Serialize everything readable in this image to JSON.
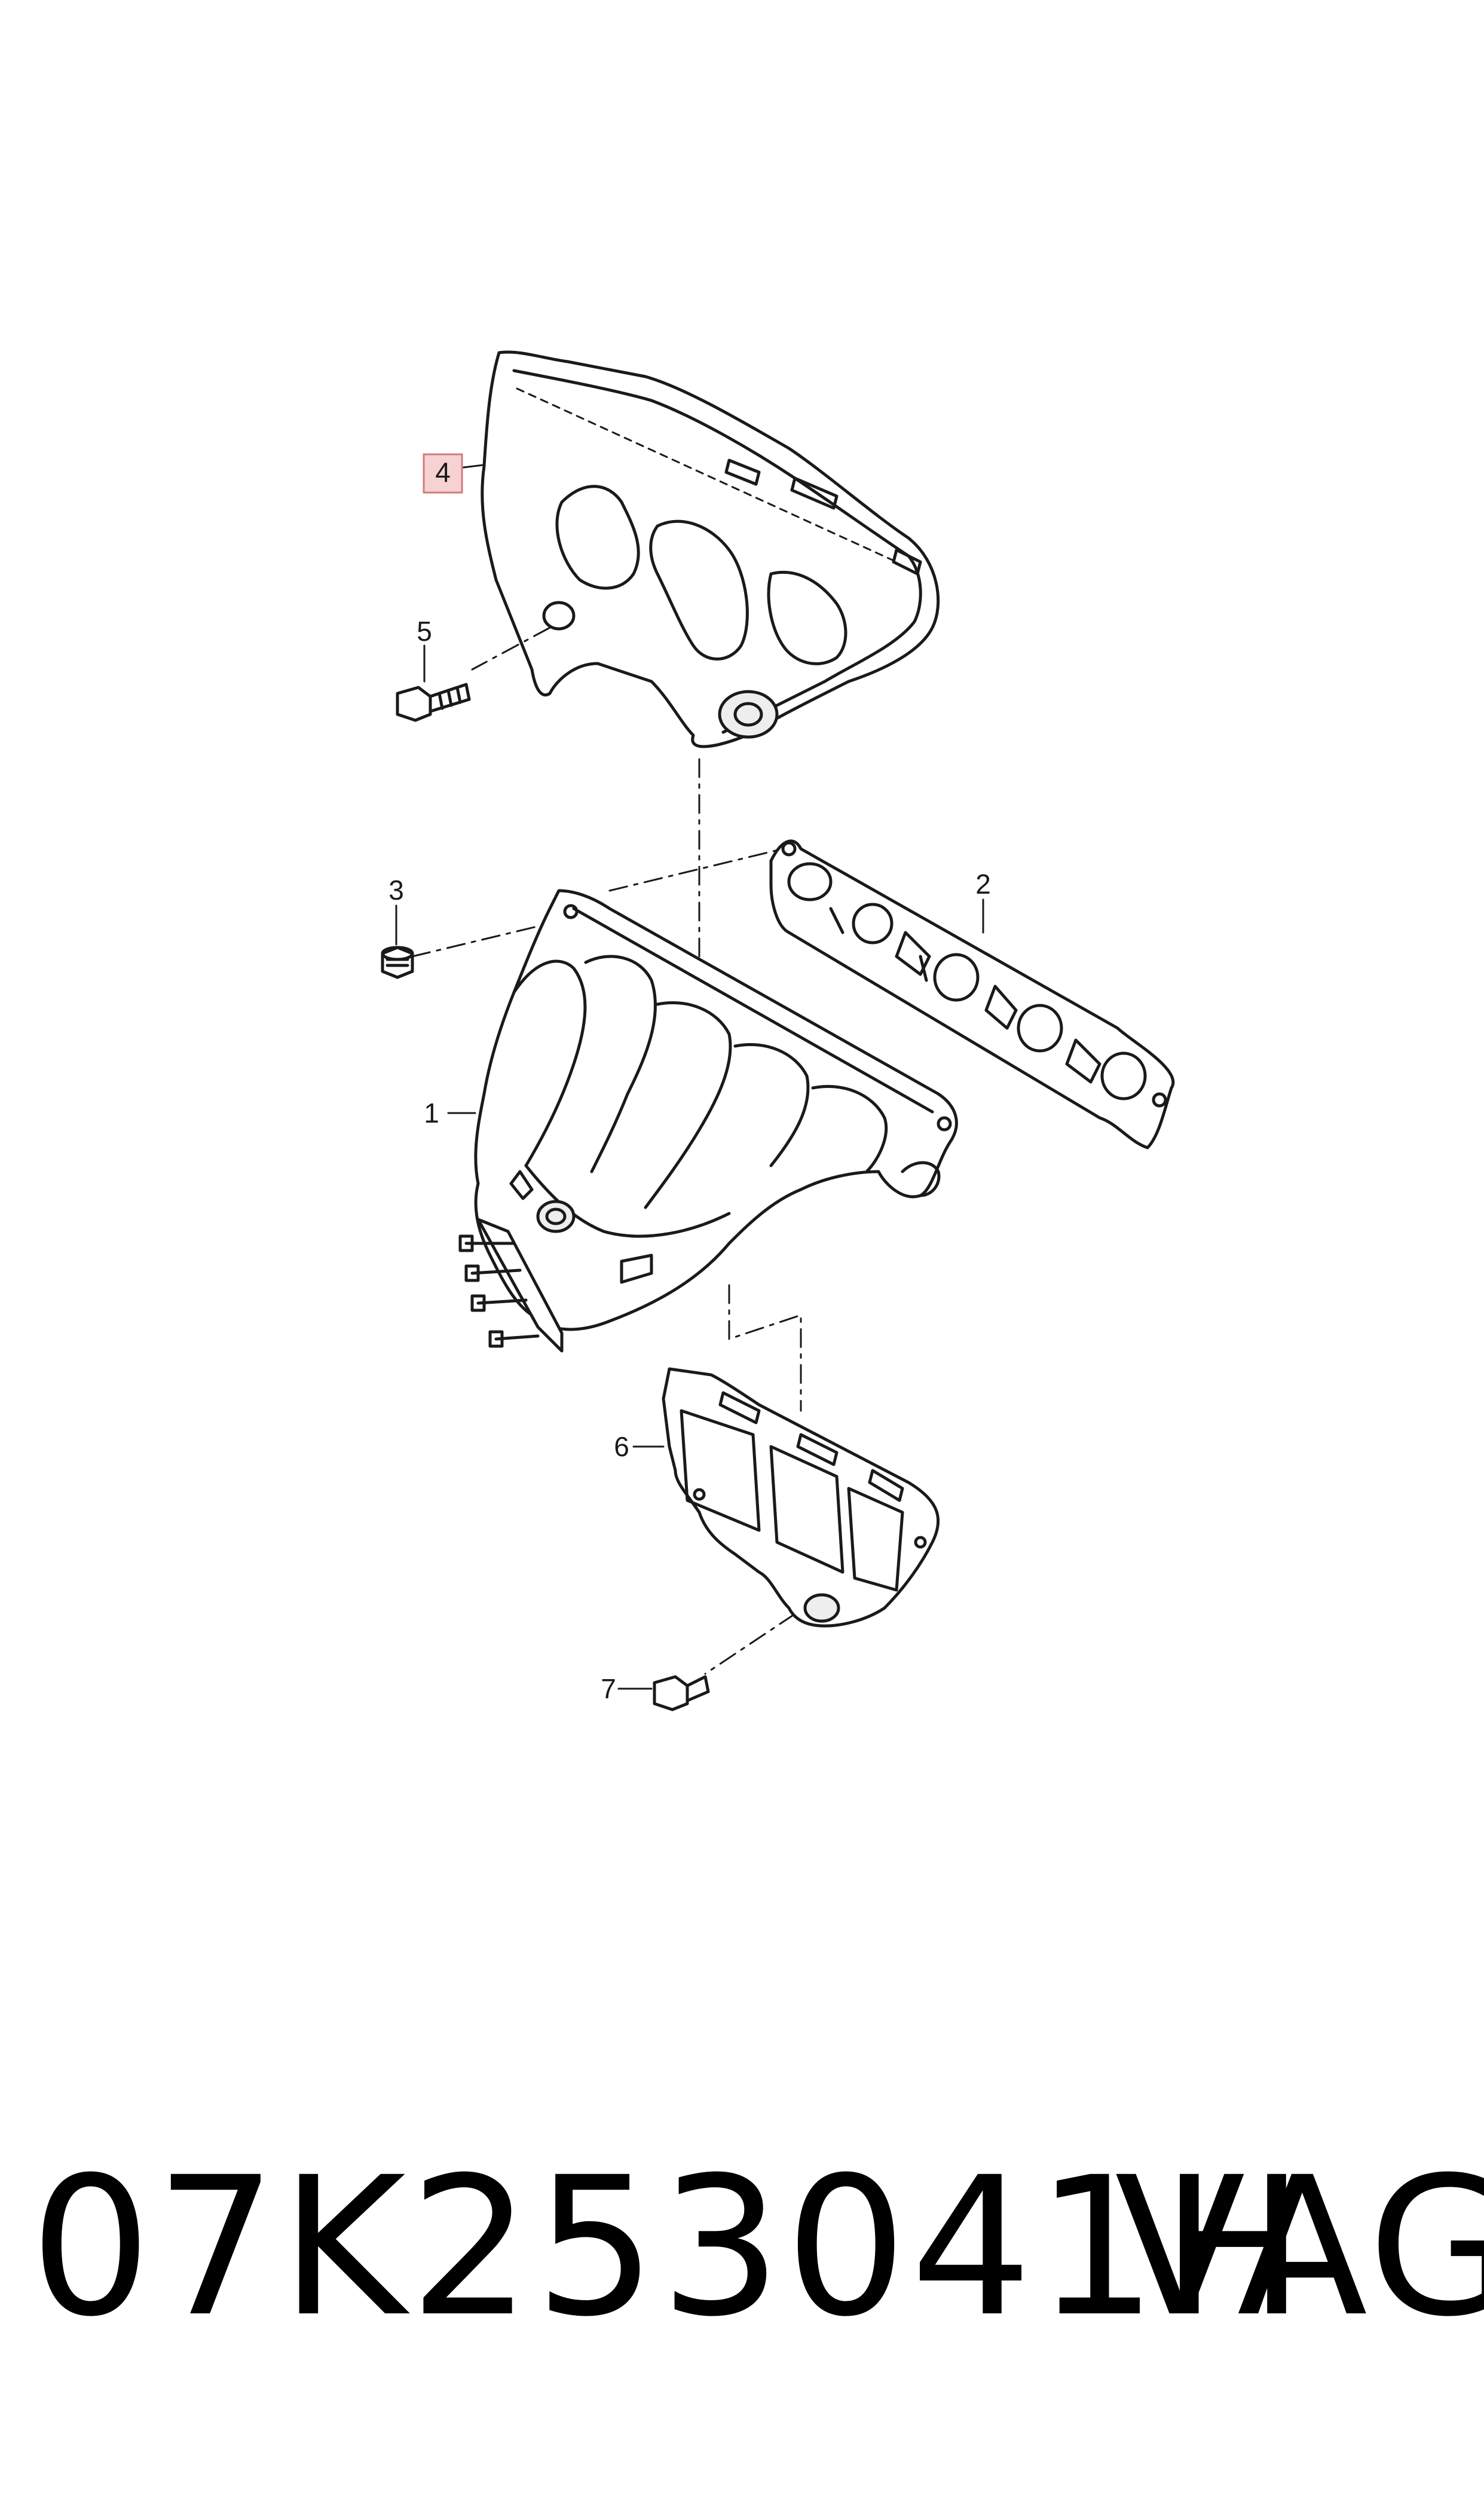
{
  "callouts": [
    {
      "id": "1",
      "highlighted": false
    },
    {
      "id": "2",
      "highlighted": false
    },
    {
      "id": "3",
      "highlighted": false
    },
    {
      "id": "4",
      "highlighted": true
    },
    {
      "id": "5",
      "highlighted": false
    },
    {
      "id": "6",
      "highlighted": false
    },
    {
      "id": "7",
      "highlighted": false
    }
  ],
  "footer": {
    "part_number": "07K253041H",
    "brand": "VAG"
  },
  "colors": {
    "line": "#1a1a1a",
    "fill": "#ffffff",
    "shade": "#eeeeee",
    "highlight_fill": "#f7d2d2",
    "highlight_stroke": "#d27b7b"
  }
}
